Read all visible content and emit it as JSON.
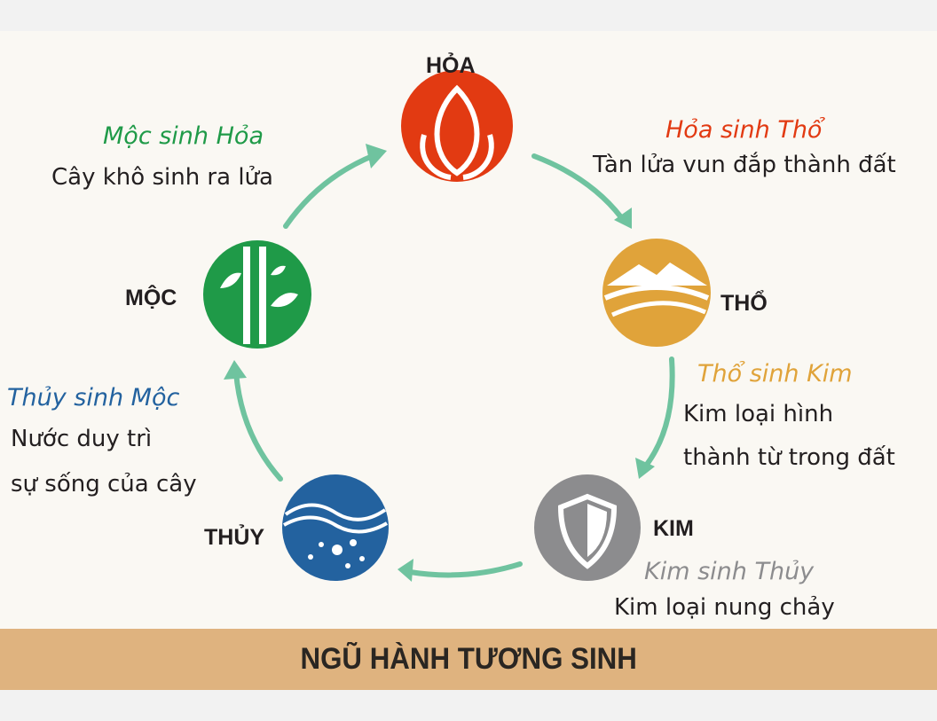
{
  "title": "NGŨ HÀNH TƯƠNG SINH",
  "colors": {
    "hoa": "#e23a12",
    "tho": "#e0a33a",
    "kim": "#8c8c8e",
    "thuy": "#23629f",
    "moc": "#1f9a48",
    "arrow": "#6fc39f",
    "band": "#dfb37f"
  },
  "elements": {
    "hoa": {
      "name": "HỎA",
      "icon": "flame-icon"
    },
    "tho": {
      "name": "THỔ",
      "icon": "mountain-icon"
    },
    "kim": {
      "name": "KIM",
      "icon": "shield-icon"
    },
    "thuy": {
      "name": "THỦY",
      "icon": "water-wave-icon"
    },
    "moc": {
      "name": "MỘC",
      "icon": "bamboo-icon"
    }
  },
  "relations": [
    {
      "title": "Mộc sinh Hỏa",
      "desc": [
        "Cây khô sinh ra lửa"
      ]
    },
    {
      "title": "Hỏa sinh Thổ",
      "desc": [
        "Tàn lửa vun đắp thành đất"
      ]
    },
    {
      "title": "Thổ sinh Kim",
      "desc": [
        "Kim loại hình",
        "thành từ trong đất"
      ]
    },
    {
      "title": "Kim sinh Thủy",
      "desc": [
        "Kim loại nung chảy"
      ]
    },
    {
      "title": "Thủy sinh Mộc",
      "desc": [
        "Nước duy trì",
        "sự sống của cây"
      ]
    }
  ]
}
